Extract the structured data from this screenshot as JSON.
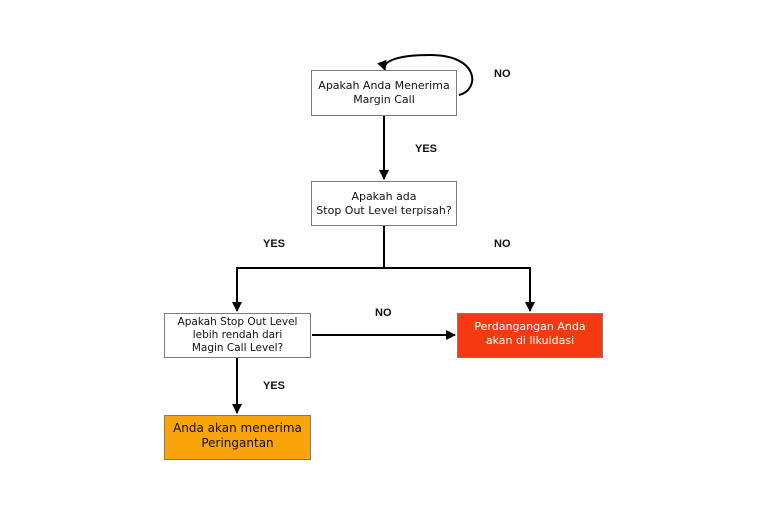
{
  "nodes": {
    "q1": {
      "lines": [
        "Apakah Anda Menerima",
        "Margin Call"
      ]
    },
    "q2": {
      "lines": [
        "Apakah ada",
        "Stop Out Level terpisah?"
      ]
    },
    "q3": {
      "lines": [
        "Apakah Stop Out Level",
        "lebih rendah dari",
        "Magin Call Level?"
      ]
    },
    "liquidated": {
      "lines": [
        "Perdangangan Anda",
        "akan di likuidasi"
      ],
      "color": "#f53a12"
    },
    "warning": {
      "lines": [
        "Anda akan menerima",
        "Peringantan"
      ],
      "color": "#f9a40a"
    }
  },
  "labels": {
    "q1_no": "NO",
    "q1_yes": "YES",
    "q2_yes": "YES",
    "q2_no": "NO",
    "q3_no": "NO",
    "q3_yes": "YES"
  }
}
